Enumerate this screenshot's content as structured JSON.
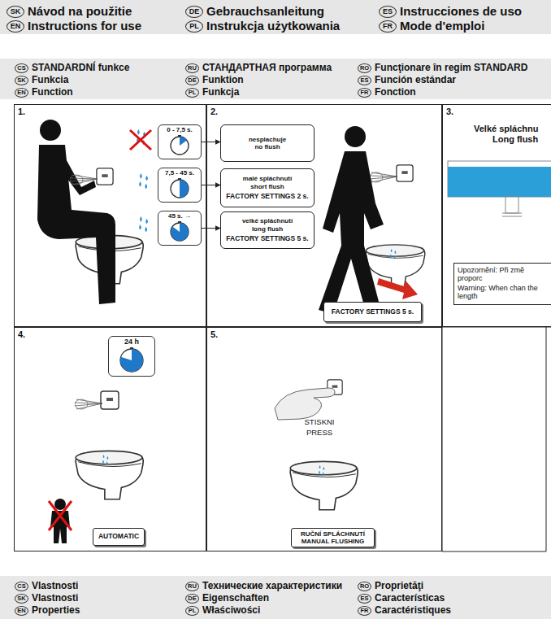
{
  "diagram": {
    "nodes": [
      {
        "text": [
          "1."
        ]
      },
      {
        "text": [
          "0 - 7,5 s."
        ],
        "in": 0
      },
      {
        "text": [
          "7,5 - 45 s."
        ],
        "in": 0
      },
      {
        "text": [
          "45 s. →"
        ],
        "in": 0
      },
      {
        "text": [
          "2."
        ]
      },
      {
        "text": [
          "nesplachuje",
          "no flush"
        ],
        "in": 4
      },
      {
        "text": [
          "malé spláchnutí",
          "short flush",
          "FACTORY SETTINGS 2 s."
        ],
        "in": 4
      },
      {
        "text": [
          "velké spláchnutí",
          "long flush",
          "FACTORY SETTINGS 5 s."
        ],
        "in": 4
      },
      {
        "text": [
          "FACTORY SETTINGS 5 s."
        ],
        "in": 4
      },
      {
        "text": [
          "3.",
          "Velké spláchnu",
          "Long flush"
        ]
      },
      {
        "text": [
          "Upozornění: Při změ proporc",
          "Warning: When chan the length"
        ],
        "in": 9
      },
      {
        "text": [
          "4."
        ]
      },
      {
        "text": [
          "24 h"
        ],
        "in": 11
      },
      {
        "text": [
          "AUTOMATIC"
        ],
        "in": 11
      },
      {
        "text": [
          "5."
        ]
      },
      {
        "text": [
          "RUČNÍ SPLÁCHNUTÍ",
          "MANUAL FLUSHING"
        ],
        "in": 14
      }
    ],
    "edges": [
      {
        "from": 1,
        "to": 5,
        "arrow": "to"
      },
      {
        "from": 2,
        "to": 6,
        "arrow": "to"
      },
      {
        "from": 3,
        "to": 7,
        "arrow": "to"
      }
    ],
    "labels": [
      "SK",
      "Návod na použitie",
      "DE",
      "Gebrauchsanleitung",
      "ES",
      "Instrucciones de uso",
      "EN",
      "Instructions for use",
      "PL",
      "Instrukcja użytkowania",
      "FR",
      "Mode d'emploi",
      "CS",
      "STANDARDNÍ funkce",
      "SK",
      "Funkcia",
      "EN",
      "Function",
      "RU",
      "СТАНДАРТНАЯ программа",
      "DE",
      "Funktion",
      "PL",
      "Funkcja",
      "RO",
      "Funcţionare în regim STANDARD",
      "ES",
      "Función estándar",
      "FR",
      "Fonction",
      "STISKNI",
      "PRESS",
      "CS",
      "Vlastnosti",
      "SK",
      "Vlastnosti",
      "EN",
      "Properties",
      "RU",
      "Технические характеристики",
      "DE",
      "Eigenschaften",
      "PL",
      "Właściwości",
      "RO",
      "Proprietăţi",
      "ES",
      "Características",
      "FR",
      "Caractéristiques"
    ]
  }
}
